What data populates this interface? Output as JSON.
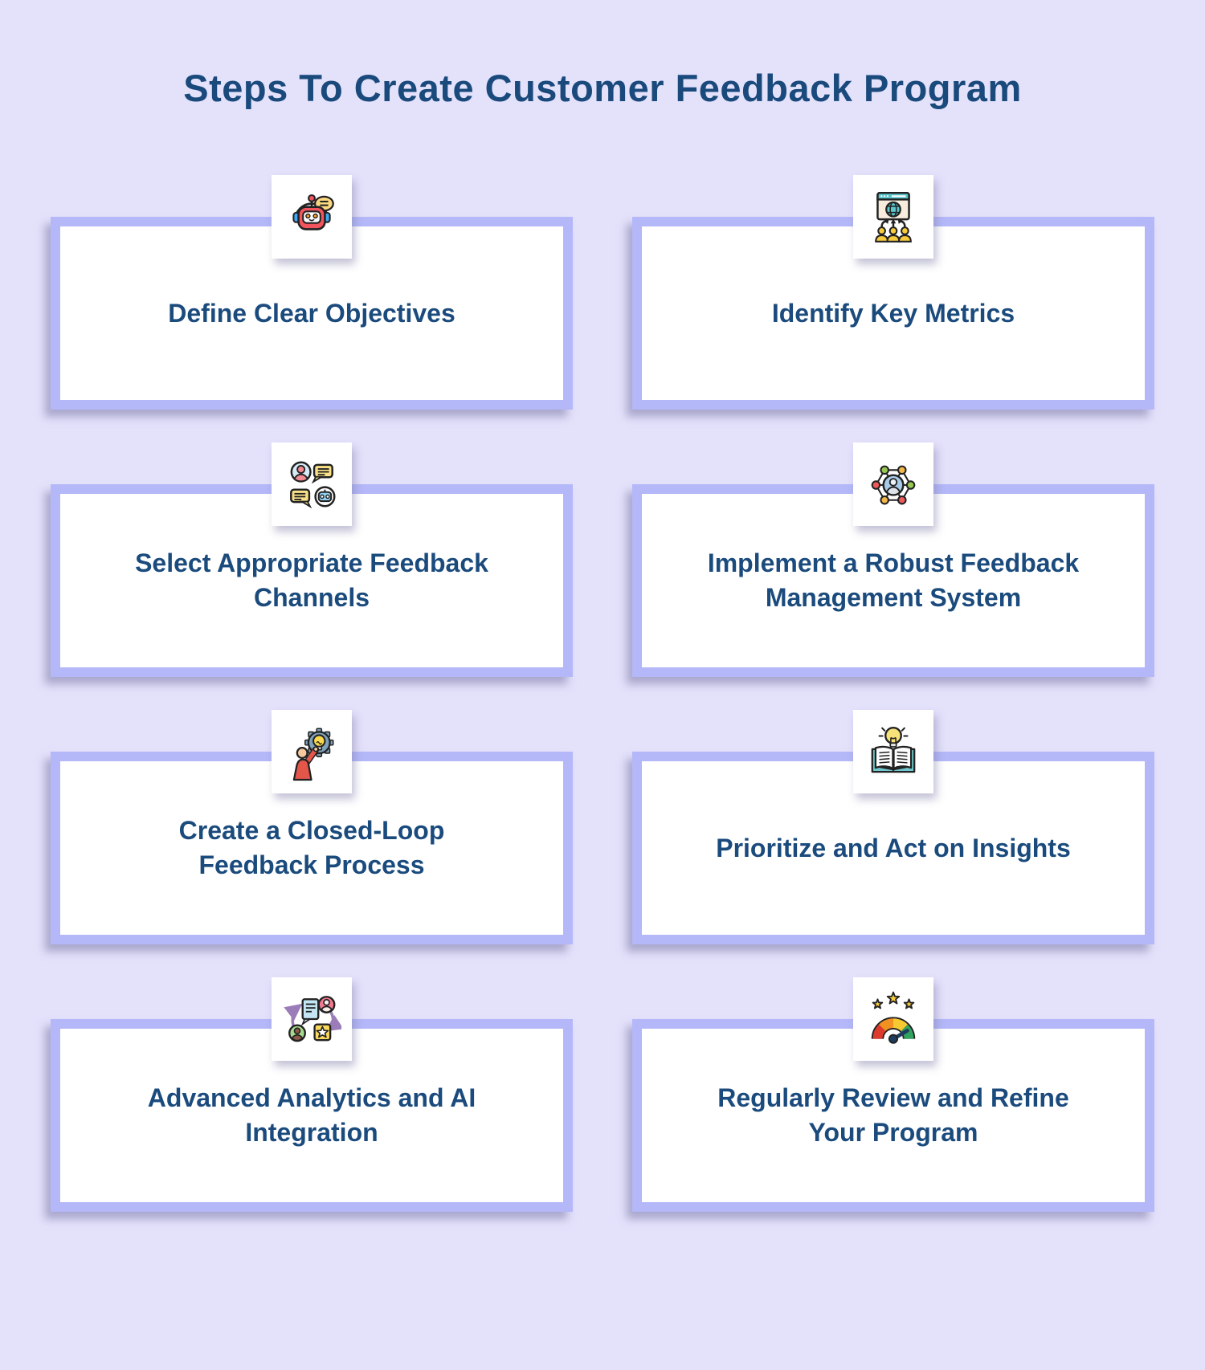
{
  "page": {
    "title": "Steps To Create Customer Feedback Program"
  },
  "theme": {
    "background_color": "#e4e1fb",
    "card_background": "#ffffff",
    "card_border_color": "#b4b8f8",
    "heading_text_color": "#1a4a7c",
    "step_text_color": "#1b4b7d"
  },
  "steps": [
    {
      "label": "Define Clear Objectives",
      "icon": "chatbot-icon"
    },
    {
      "label": "Identify Key Metrics",
      "icon": "website-users-icon"
    },
    {
      "label": "Select Appropriate Feedback\nChannels",
      "icon": "person-bot-chat-icon"
    },
    {
      "label": "Implement a Robust Feedback\nManagement System",
      "icon": "user-network-icon"
    },
    {
      "label": "Create a Closed-Loop\nFeedback Process",
      "icon": "person-gear-bulb-icon"
    },
    {
      "label": "Prioritize and Act on Insights",
      "icon": "book-lightbulb-icon"
    },
    {
      "label": "Advanced Analytics and AI\nIntegration",
      "icon": "feedback-cycle-icon"
    },
    {
      "label": "Regularly Review and Refine\nYour Program",
      "icon": "gauge-stars-icon"
    }
  ]
}
